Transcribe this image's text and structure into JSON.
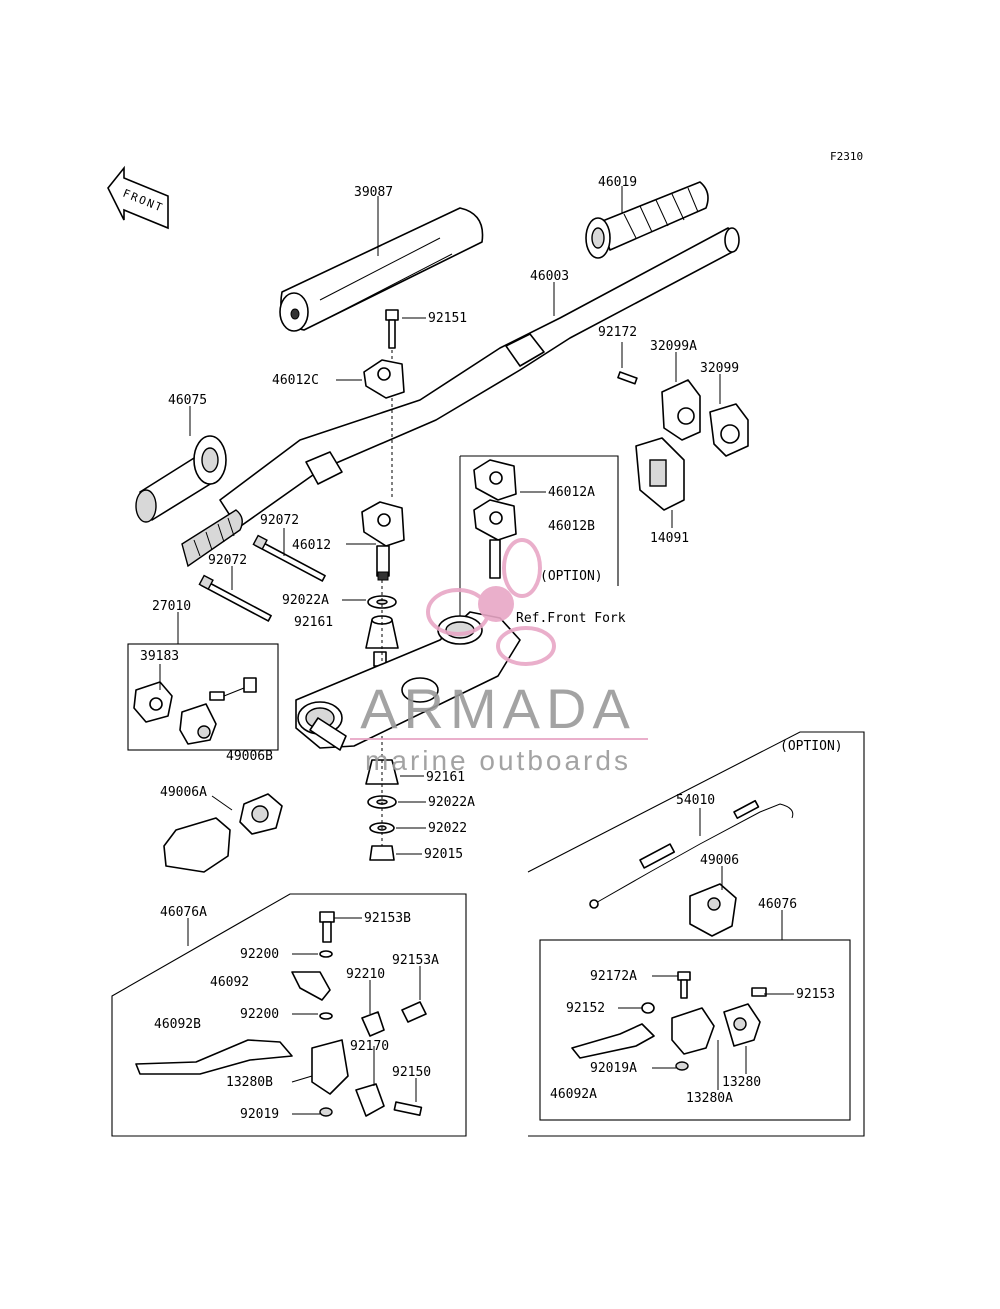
{
  "figure_code": "F2310",
  "front_label": "FRONT",
  "option_label": "(OPTION)",
  "ref_label": "Ref.Front Fork",
  "watermark": {
    "brand": "ARMADA",
    "tagline": "marine outboards",
    "color": "#e8a7c6"
  },
  "parts": {
    "p39087": "39087",
    "p46019": "46019",
    "p46003": "46003",
    "p92151": "92151",
    "p92172": "92172",
    "p32099A": "32099A",
    "p32099": "32099",
    "p46012C": "46012C",
    "p46075": "46075",
    "p46012A": "46012A",
    "p46012B": "46012B",
    "p14091": "14091",
    "p92072a": "92072",
    "p46012": "46012",
    "p92072b": "92072",
    "p27010": "27010",
    "p92022A_top": "92022A",
    "p92161_top": "92161",
    "p39183": "39183",
    "p49006B": "49006B",
    "p92161_bot": "92161",
    "p49006A": "49006A",
    "p92022A_bot": "92022A",
    "p92022": "92022",
    "p92015": "92015",
    "p54010": "54010",
    "p49006": "49006",
    "p46076A": "46076A",
    "p92153B": "92153B",
    "p46076": "46076",
    "p92200a": "92200",
    "p92153A": "92153A",
    "p46092": "46092",
    "p92210": "92210",
    "p92172A": "92172A",
    "p92153": "92153",
    "p92200b": "92200",
    "p92152": "92152",
    "p46092B": "46092B",
    "p92170": "92170",
    "p92150": "92150",
    "p13280B": "13280B",
    "p92019A": "92019A",
    "p13280": "13280",
    "p92019": "92019",
    "p46092A": "46092A",
    "p13280A": "13280A"
  }
}
